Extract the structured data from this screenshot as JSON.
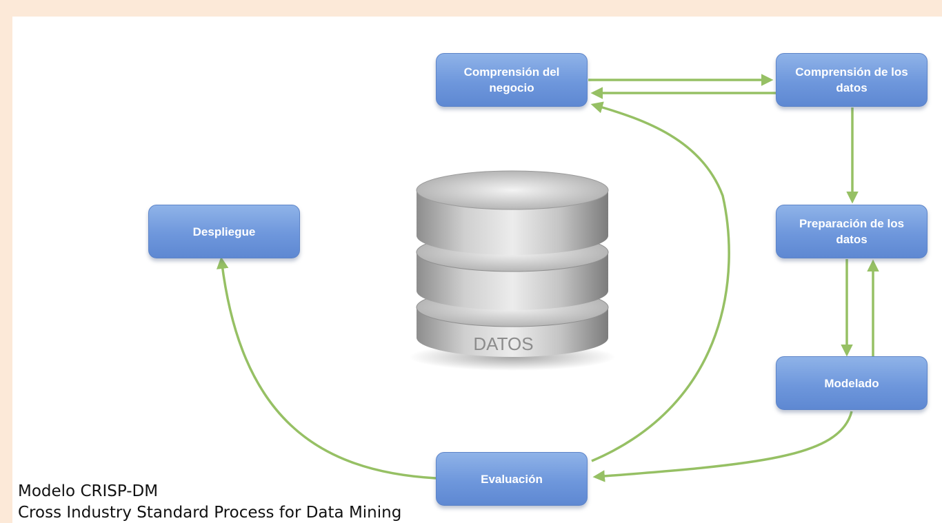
{
  "diagram": {
    "nodes": {
      "business": "Comprensión del negocio",
      "data_understanding": "Comprensión de los datos",
      "preparation": "Preparación de los datos",
      "modeling": "Modelado",
      "evaluation": "Evaluación",
      "deployment": "Despliegue"
    },
    "center_label": "DATOS",
    "colors": {
      "node_fill": "#6e97dc",
      "arrow": "#96c064",
      "cylinder": "#b8b8b8"
    }
  },
  "caption": {
    "line1": "Modelo CRISP-DM",
    "line2": "Cross Industry Standard Process for Data Mining"
  }
}
